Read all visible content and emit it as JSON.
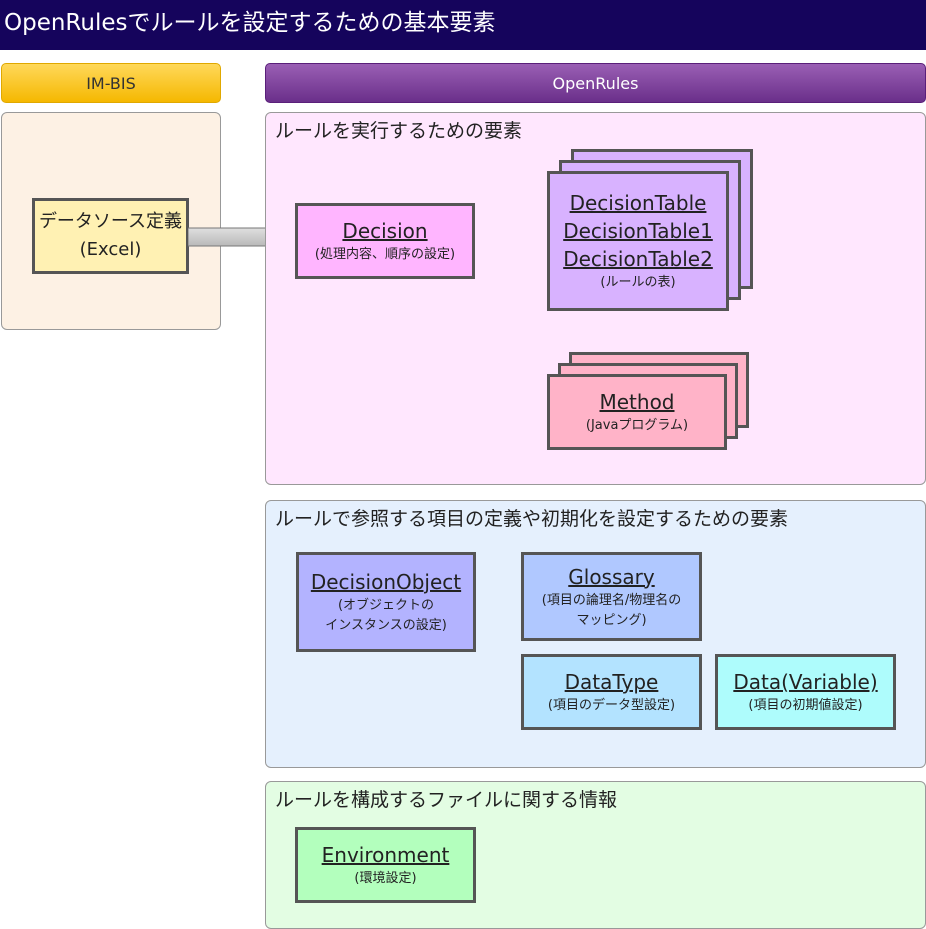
{
  "title": "OpenRulesでルールを設定するための基本要素",
  "headers": {
    "imbis": "IM-BIS",
    "openrules": "OpenRules"
  },
  "imbis_box": {
    "line1": "データソース定義",
    "line2": "(Excel)"
  },
  "sections": {
    "execution": {
      "title": "ルールを実行するための要素",
      "decision": {
        "name": "Decision",
        "desc": "(処理内容、順序の設定)"
      },
      "decision_table": {
        "names": [
          "DecisionTable",
          "DecisionTable1",
          "DecisionTable2"
        ],
        "desc": "(ルールの表)"
      },
      "method": {
        "name": "Method",
        "desc": "(Javaプログラム)"
      }
    },
    "definition": {
      "title": "ルールで参照する項目の定義や初期化を設定するための要素",
      "decision_object": {
        "name": "DecisionObject",
        "desc1": "(オブジェクトの",
        "desc2": "インスタンスの設定)"
      },
      "glossary": {
        "name": "Glossary",
        "desc1": "(項目の論理名/物理名の",
        "desc2": "マッピング)"
      },
      "data_type": {
        "name": "DataType",
        "desc": "(項目のデータ型設定)"
      },
      "data_variable": {
        "name": "Data(Variable)",
        "desc": "(項目の初期値設定)"
      }
    },
    "file": {
      "title": "ルールを構成するファイルに関する情報",
      "environment": {
        "name": "Environment",
        "desc": "(環境設定)"
      }
    }
  },
  "colors": {
    "title_bg": "#15045c",
    "imbis_header": "#f5b800",
    "openrules_header": "#6a2f8a",
    "decision": "#ffb5ff",
    "decision_table": "#d8b2ff",
    "method": "#ffb3c8",
    "decision_object": "#b3b3ff",
    "glossary": "#b0c8ff",
    "data_type": "#b3e3ff",
    "data_variable": "#aefcfc",
    "environment": "#b3ffbd"
  }
}
